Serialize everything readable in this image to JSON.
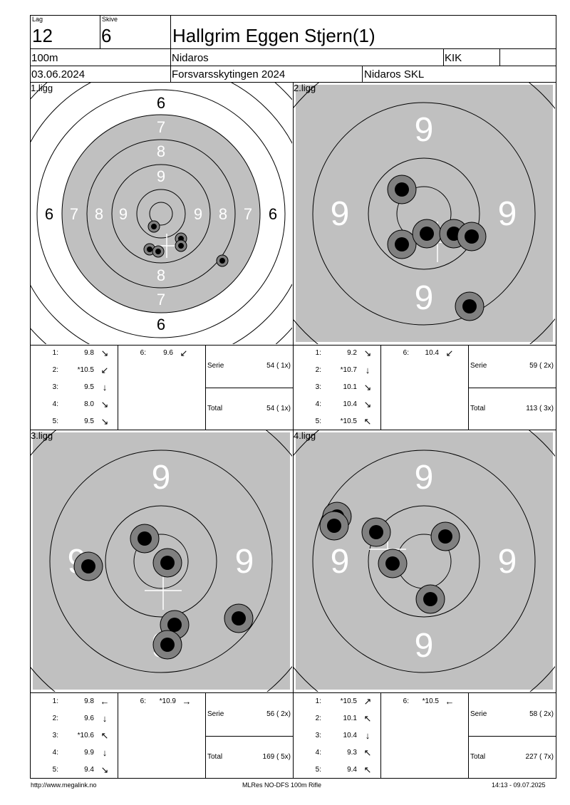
{
  "header": {
    "lag_label": "Lag",
    "lag": "12",
    "skive_label": "Skive",
    "skive": "6",
    "name": "Hallgrim Eggen Stjern(1)",
    "distance": "100m",
    "club": "Nidaros",
    "club_code": "KIK",
    "date": "03.06.2024",
    "event": "Forsvarsskytingen 2024",
    "organizer": "Nidaros SKL"
  },
  "colors": {
    "target_grey": "#c0c0c0",
    "shot_ring": "#808080",
    "shot_core": "#000000"
  },
  "series": [
    {
      "label": "1.ligg",
      "shots": [
        {
          "n": "1:",
          "v": "9.8",
          "arrow": "↘"
        },
        {
          "n": "2:",
          "v": "*10.5",
          "arrow": "↙"
        },
        {
          "n": "3:",
          "v": "9.5",
          "arrow": "↓"
        },
        {
          "n": "4:",
          "v": "8.0",
          "arrow": "↘"
        },
        {
          "n": "5:",
          "v": "9.5",
          "arrow": "↘"
        },
        {
          "n": "6:",
          "v": "9.6",
          "arrow": "↙"
        }
      ],
      "serie_label": "Serie",
      "serie": "54 ( 1x)",
      "total_label": "Total",
      "total": "54 ( 1x)"
    },
    {
      "label": "2.ligg",
      "shots": [
        {
          "n": "1:",
          "v": "9.2",
          "arrow": "↘"
        },
        {
          "n": "2:",
          "v": "*10.7",
          "arrow": "↓"
        },
        {
          "n": "3:",
          "v": "10.1",
          "arrow": "↘"
        },
        {
          "n": "4:",
          "v": "10.4",
          "arrow": "↘"
        },
        {
          "n": "5:",
          "v": "*10.5",
          "arrow": "↖"
        },
        {
          "n": "6:",
          "v": "10.4",
          "arrow": "↙"
        }
      ],
      "serie_label": "Serie",
      "serie": "59 ( 2x)",
      "total_label": "Total",
      "total": "113 ( 3x)"
    },
    {
      "label": "3.ligg",
      "shots": [
        {
          "n": "1:",
          "v": "9.8",
          "arrow": "←"
        },
        {
          "n": "2:",
          "v": "9.6",
          "arrow": "↓"
        },
        {
          "n": "3:",
          "v": "*10.6",
          "arrow": "↖"
        },
        {
          "n": "4:",
          "v": "9.9",
          "arrow": "↓"
        },
        {
          "n": "5:",
          "v": "9.4",
          "arrow": "↘"
        },
        {
          "n": "6:",
          "v": "*10.9",
          "arrow": "→"
        }
      ],
      "serie_label": "Serie",
      "serie": "56 ( 2x)",
      "total_label": "Total",
      "total": "169 ( 5x)"
    },
    {
      "label": "4.ligg",
      "shots": [
        {
          "n": "1:",
          "v": "*10.5",
          "arrow": "↗"
        },
        {
          "n": "2:",
          "v": "10.1",
          "arrow": "↖"
        },
        {
          "n": "3:",
          "v": "10.4",
          "arrow": "↓"
        },
        {
          "n": "4:",
          "v": "9.3",
          "arrow": "↖"
        },
        {
          "n": "5:",
          "v": "9.4",
          "arrow": "↖"
        },
        {
          "n": "6:",
          "v": "*10.5",
          "arrow": "←"
        }
      ],
      "serie_label": "Serie",
      "serie": "58 ( 2x)",
      "total_label": "Total",
      "total": "227 ( 7x)"
    }
  ],
  "target_labels": {
    "six": "6",
    "seven": "7",
    "eight": "8",
    "nine": "9"
  },
  "footer": {
    "url": "http://www.megalink.no",
    "software": "MLRes NO-DFS 100m Rifle",
    "timestamp": "14:13 - 09.07.2025"
  }
}
